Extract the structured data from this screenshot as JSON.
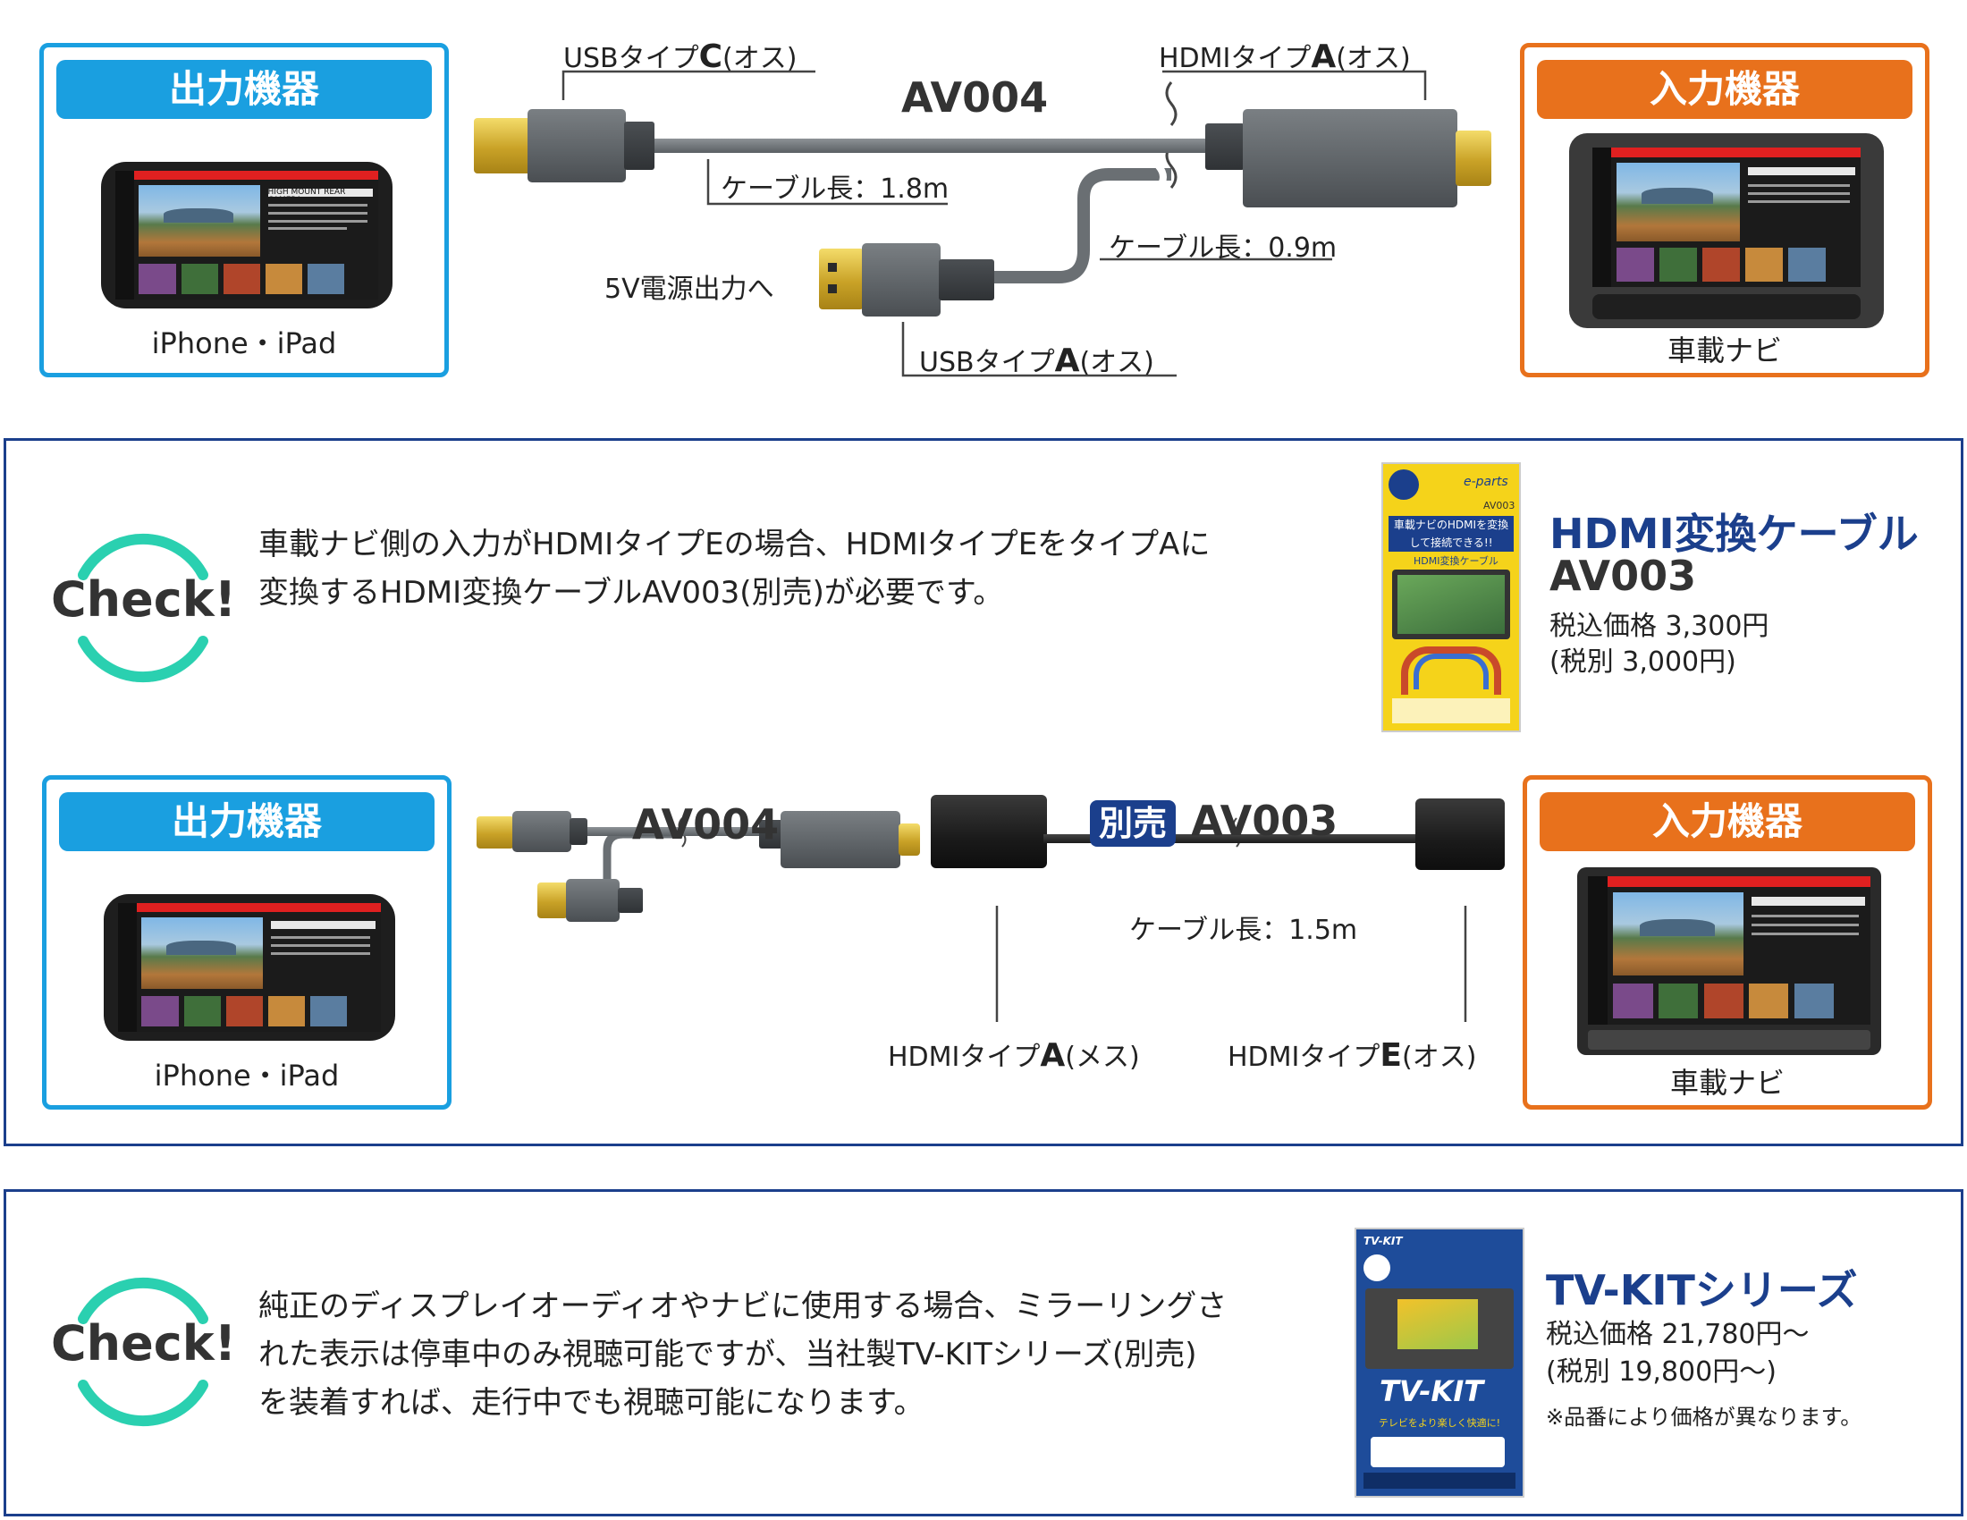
{
  "top": {
    "output_label": "出力機器",
    "output_caption": "iPhone・iPad",
    "input_label": "入力機器",
    "input_caption": "車載ナビ",
    "model": "AV004",
    "usb_c_label": "USBタイプ",
    "usb_c_letter": "C",
    "usb_c_suffix": "(オス)",
    "hdmi_a_label": "HDMIタイプ",
    "hdmi_a_letter": "A",
    "hdmi_a_suffix": "(オス)",
    "cable_len_main": "ケーブル長：1.8m",
    "cable_len_branch": "ケーブル長：0.9m",
    "power_label": "5V電源出力へ",
    "usb_a_label": "USBタイプ",
    "usb_a_letter": "A",
    "usb_a_suffix": "(オス)"
  },
  "check1": {
    "logo": "Check!",
    "line1": "車載ナビ側の入力がHDMIタイプEの場合、HDMIタイプEをタイプAに",
    "line2": "変換するHDMI変換ケーブルAV003(別売)が必要です。",
    "product_title": "HDMI変換ケーブル",
    "product_model": "AV003",
    "price": "税込価格 3,300円",
    "price_excl": "(税別 3,000円)",
    "package_model": "AV003",
    "package_headline": "車載ナビのHDMIを変換して接続できる!!",
    "package_subtitle": "HDMI変換ケーブル",
    "package_brand": "e-parts"
  },
  "diagram2": {
    "output_label": "出力機器",
    "output_caption": "iPhone・iPad",
    "input_label": "入力機器",
    "input_caption": "車載ナビ",
    "model_left": "AV004",
    "badge": "別売",
    "model_right": "AV003",
    "cable_len": "ケーブル長：1.5m",
    "hdmi_a_label": "HDMIタイプ",
    "hdmi_a_letter": "A",
    "hdmi_a_suffix": "(メス)",
    "hdmi_e_label": "HDMIタイプ",
    "hdmi_e_letter": "E",
    "hdmi_e_suffix": "(オス)"
  },
  "check2": {
    "logo": "Check!",
    "line1": "純正のディスプレイオーディオやナビに使用する場合、ミラーリングさ",
    "line2": "れた表示は停車中のみ視聴可能ですが、当社製TV-KITシリーズ(別売)",
    "line3": "を装着すれば、走行中でも視聴可能になります。",
    "product_title": "TV-KITシリーズ",
    "price": "税込価格 21,780円〜",
    "price_excl": "(税別 19,800円〜)",
    "note": "※品番により価格が異なります。",
    "package_brand": "TV-KIT",
    "package_logo": "TV-KIT",
    "package_tagline": "テレビをより楽しく快適に!"
  },
  "screen_text": {
    "headline": "HIGH MOUNT REAR CAMERA"
  },
  "colors": {
    "output_blue": "#1a9fe0",
    "input_orange": "#e8711c",
    "panel_navy": "#1b3f8c",
    "check_teal": "#2ad0b0"
  }
}
